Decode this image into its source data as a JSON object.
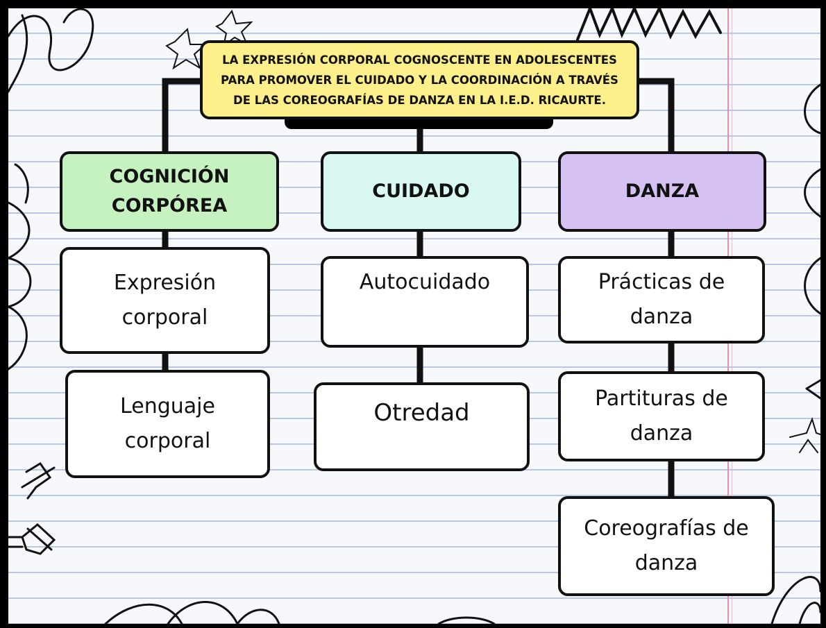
{
  "colors": {
    "title_bg": "#fdf08a",
    "cognicion_bg": "#c5f2c0",
    "cuidado_bg": "#d9f8f2",
    "danza_bg": "#d6c2f2",
    "item_bg": "#ffffff",
    "paper_line": "#b7c7e6",
    "margin_line": "#f08aa8"
  },
  "title": "LA EXPRESIÓN CORPORAL COGNOSCENTE EN ADOLESCENTES PARA PROMOVER EL CUIDADO Y LA COORDINACIÓN A TRAVÉS DE LAS COREOGRAFÍAS DE DANZA EN LA I.E.D. RICAURTE.",
  "columns": [
    {
      "header": "COGNICIÓN CORPÓREA",
      "items": [
        "Expresión corporal",
        "Lenguaje corporal"
      ]
    },
    {
      "header": "CUIDADO",
      "items": [
        "Autocuidado",
        "Otredad"
      ]
    },
    {
      "header": "DANZA",
      "items": [
        "Prácticas de danza",
        "Partituras de danza",
        "Coreografías de danza"
      ]
    }
  ],
  "decorations": [
    "star-doodle",
    "scribble-doodle",
    "zigzag-doodle"
  ]
}
